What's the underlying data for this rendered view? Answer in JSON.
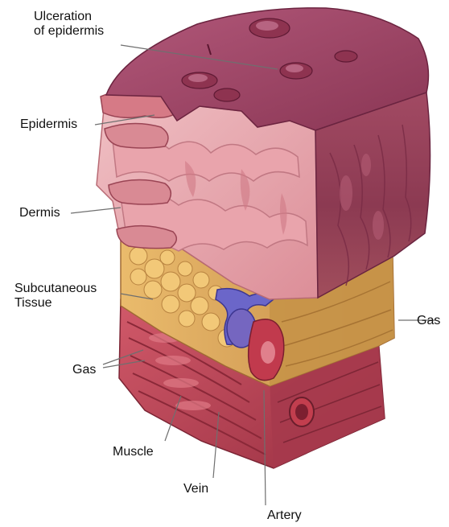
{
  "labels": {
    "ulceration": {
      "line1": "Ulceration",
      "line2": "of epidermis"
    },
    "epidermis": "Epidermis",
    "dermis": "Dermis",
    "subcutaneous": {
      "line1": "Subcutaneous",
      "line2": "Tissue"
    },
    "gas_left": "Gas",
    "gas_right": "Gas",
    "muscle": "Muscle",
    "vein": "Vein",
    "artery": "Artery"
  },
  "colors": {
    "skin_surface": "#a24a63",
    "skin_shadow": "#7d3048",
    "dermis_pink": "#e7a3aa",
    "dermis_light": "#f1c1c2",
    "fat_yellow": "#e7b86a",
    "muscle_red": "#c44c5c",
    "muscle_dark": "#8f2a3c",
    "vein_blue": "#6a63c8",
    "artery_red": "#b83a4a",
    "leader_line": "#6f6f6f"
  }
}
